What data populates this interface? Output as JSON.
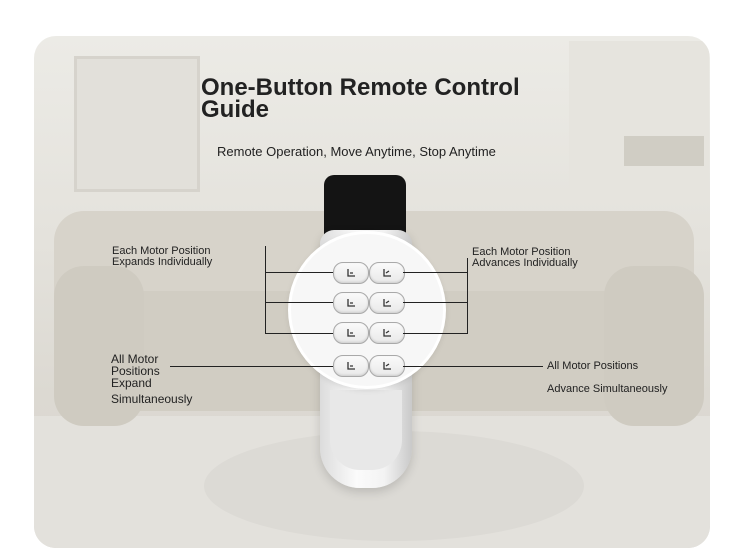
{
  "title_line1": "One-Button Remote Control",
  "title_line2": "Guide",
  "subtitle": "Remote Operation, Move Anytime, Stop Anytime",
  "labels": {
    "left_top_line1": "Each Motor Position",
    "left_top_line2": "Expands Individually",
    "right_top_line1": "Each Motor Position",
    "right_top_line2": "Advances Individually",
    "left_bottom_line1": "All Motor",
    "left_bottom_line2": "Positions",
    "left_bottom_line3": "Expand",
    "left_bottom_line4": "Simultaneously",
    "right_bottom_line1": "All Motor Positions",
    "right_bottom_line2": "Advance Simultaneously"
  },
  "icons": {
    "left_buttons": "recline-expand-icon",
    "right_buttons": "recline-advance-icon"
  },
  "colors": {
    "remote_top": "#141414",
    "remote_body": "#f3f3f3",
    "text": "#222222"
  }
}
